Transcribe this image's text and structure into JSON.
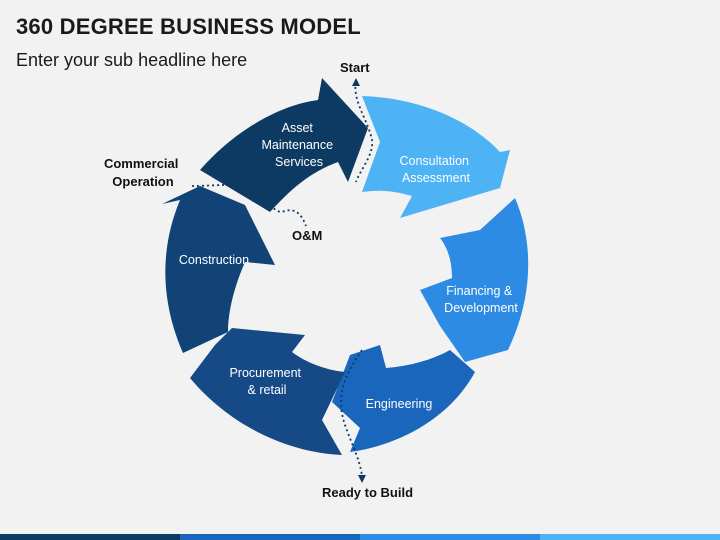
{
  "header": {
    "title": "360 DEGREE BUSINESS MODEL",
    "subtitle": "Enter your sub headline here"
  },
  "segments": [
    {
      "id": "asset",
      "lines": [
        "Asset",
        "Maintenance",
        "Services"
      ],
      "color": "#0d3a63"
    },
    {
      "id": "consultation",
      "lines": [
        "Consultation",
        "Assessment"
      ],
      "color": "#4eb3f5"
    },
    {
      "id": "financing",
      "lines": [
        "Financing &",
        "Development"
      ],
      "color": "#2e8be3"
    },
    {
      "id": "engineering",
      "lines": [
        "Engineering"
      ],
      "color": "#1a66bd"
    },
    {
      "id": "procurement",
      "lines": [
        "Procurement",
        "& retail"
      ],
      "color": "#154a86"
    },
    {
      "id": "construction",
      "lines": [
        "Construction"
      ],
      "color": "#114377"
    }
  ],
  "external_labels": {
    "start": "Start",
    "commercial_line1": "Commercial",
    "commercial_line2": "Operation",
    "om": "O&M",
    "ready": "Ready to Build"
  },
  "footer_colors": [
    "#0d3a63",
    "#1a66bd",
    "#2e8be3",
    "#4eb3f5"
  ]
}
